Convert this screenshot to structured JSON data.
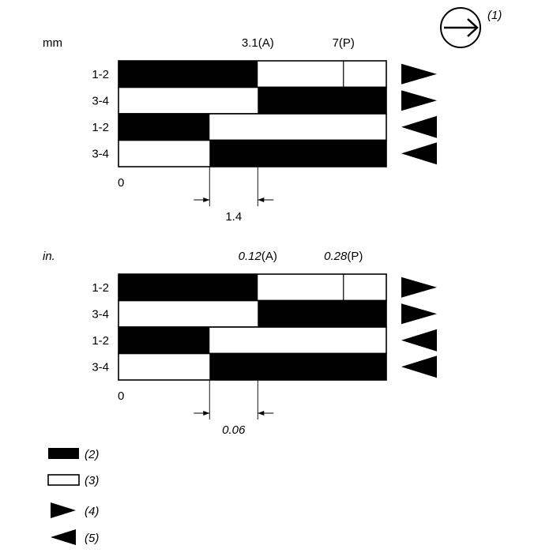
{
  "direction_icon": {
    "icon": "circle-arrow-right-icon",
    "label": "(1)"
  },
  "panels": [
    {
      "unit": "mm",
      "unit_italic": false,
      "mark_a": {
        "value": "3.1",
        "suffix": "(A)"
      },
      "mark_p": {
        "value": "7",
        "suffix": "(P)"
      },
      "zero": "0",
      "diff": "1.4",
      "rows": [
        {
          "label": "1-2",
          "black_from": 0.0,
          "black_to": 0.52,
          "divider": 0.84,
          "arrow": "right-triangle-icon"
        },
        {
          "label": "3-4",
          "black_from": 0.52,
          "black_to": 1.0,
          "divider": null,
          "arrow": "right-triangle-icon"
        },
        {
          "label": "1-2",
          "black_from": 0.0,
          "black_to": 0.34,
          "divider": null,
          "arrow": "left-triangle-icon"
        },
        {
          "label": "3-4",
          "black_from": 0.34,
          "black_to": 1.0,
          "divider": null,
          "arrow": "left-triangle-icon"
        }
      ]
    },
    {
      "unit": "in.",
      "unit_italic": true,
      "mark_a": {
        "value": "0.12",
        "suffix": "(A)"
      },
      "mark_p": {
        "value": "0.28",
        "suffix": "(P)"
      },
      "zero": "0",
      "diff": "0.06",
      "rows": [
        {
          "label": "1-2",
          "black_from": 0.0,
          "black_to": 0.52,
          "divider": 0.84,
          "arrow": "right-triangle-icon"
        },
        {
          "label": "3-4",
          "black_from": 0.52,
          "black_to": 1.0,
          "divider": null,
          "arrow": "right-triangle-icon"
        },
        {
          "label": "1-2",
          "black_from": 0.0,
          "black_to": 0.34,
          "divider": null,
          "arrow": "left-triangle-icon"
        },
        {
          "label": "3-4",
          "black_from": 0.34,
          "black_to": 1.0,
          "divider": null,
          "arrow": "left-triangle-icon"
        }
      ]
    }
  ],
  "legend": [
    {
      "icon": "filled-rect-icon",
      "label": "(2)"
    },
    {
      "icon": "open-rect-icon",
      "label": "(3)"
    },
    {
      "icon": "right-triangle-icon",
      "label": "(4)"
    },
    {
      "icon": "left-triangle-icon",
      "label": "(5)"
    }
  ]
}
